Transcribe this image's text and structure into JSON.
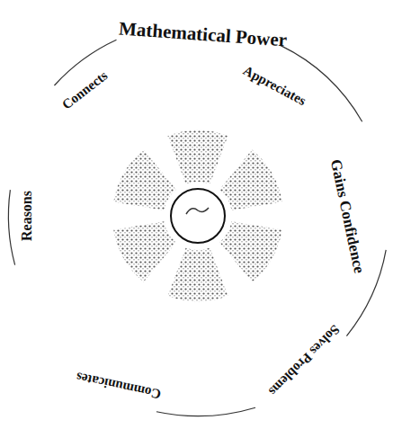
{
  "diagram": {
    "title": "Mathematical Power",
    "labels": [
      "Connects",
      "Appreciates",
      "Gains Confidence",
      "Solves Problems",
      "Communicates",
      "Reasons"
    ]
  }
}
